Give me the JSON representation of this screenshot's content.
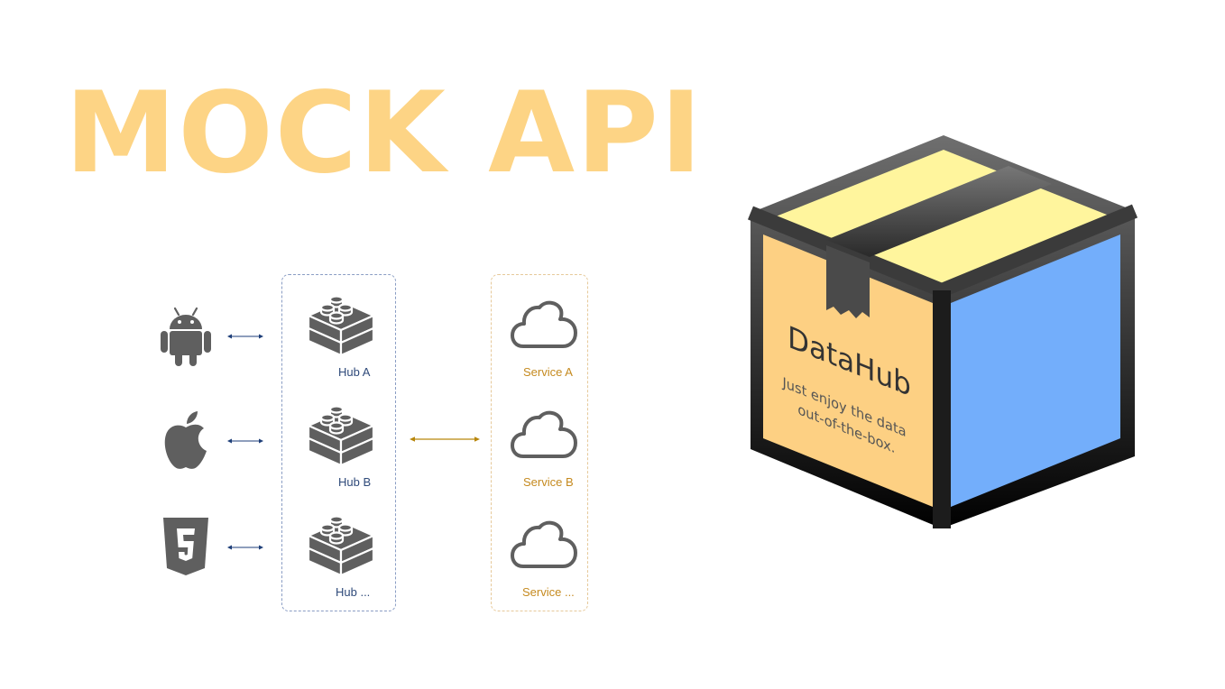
{
  "title": "MOCK API",
  "colors": {
    "title": "#fdd485",
    "icon_gray": "#5f5f5f",
    "hub_text": "#2f4a7a",
    "service_text": "#c58a1f",
    "hub_border": "#8a9dc4",
    "service_border": "#e6c99a",
    "box_front": "#fdd083",
    "box_side": "#73aefb",
    "box_top": "#fff59d",
    "box_outline": "#111111"
  },
  "clients": [
    {
      "icon": "android-icon"
    },
    {
      "icon": "apple-icon"
    },
    {
      "icon": "html5-icon"
    }
  ],
  "hubs": [
    {
      "label": "Hub A",
      "icon": "brick-icon"
    },
    {
      "label": "Hub B",
      "icon": "brick-icon"
    },
    {
      "label": "Hub ...",
      "icon": "brick-icon"
    }
  ],
  "services": [
    {
      "label": "Service A",
      "icon": "cloud-icon"
    },
    {
      "label": "Service B",
      "icon": "cloud-icon"
    },
    {
      "label": "Service ...",
      "icon": "cloud-icon"
    }
  ],
  "box": {
    "name": "DataHub",
    "tagline_line1": "Just enjoy the data",
    "tagline_line2": "out-of-the-box."
  }
}
